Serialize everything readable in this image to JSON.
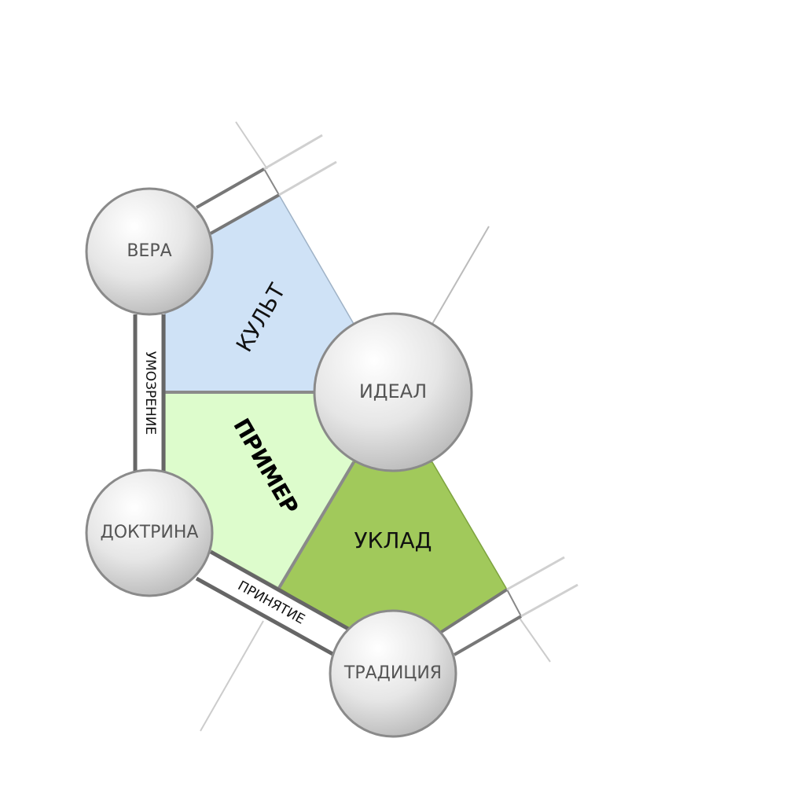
{
  "nodes": {
    "vera": "ВЕРА",
    "ideal": "ИДЕАЛ",
    "doktrina": "ДОКТРИНА",
    "traditsiya": "ТРАДИЦИЯ"
  },
  "regions": {
    "kult": "КУЛЬТ",
    "primer": "ПРИМЕР",
    "uklad": "УКЛАД"
  },
  "edges": {
    "umozrenie": "УМОЗРЕНИЕ",
    "prinyatie": "ПРИНЯТИЕ"
  },
  "colors": {
    "kult": "#cfe2f6",
    "primer": "#ddfccc",
    "uklad": "#a1c95b",
    "node_edge": "#888888",
    "band": "#666666"
  }
}
